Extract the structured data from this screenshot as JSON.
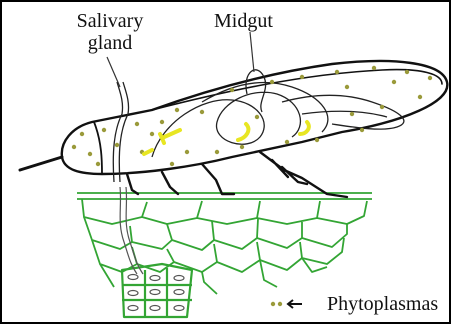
{
  "labels": {
    "salivary_gland_line1": "Salivary",
    "salivary_gland_line2": "gland",
    "midgut": "Midgut"
  },
  "legend": {
    "text": "Phytoplasmas"
  },
  "colors": {
    "insect_outline": "#111111",
    "phytoplasma_dots": "#9a9a3a",
    "plant_cells": "#33a534",
    "movement_arrows": "#e8e622",
    "border": "#000000"
  }
}
